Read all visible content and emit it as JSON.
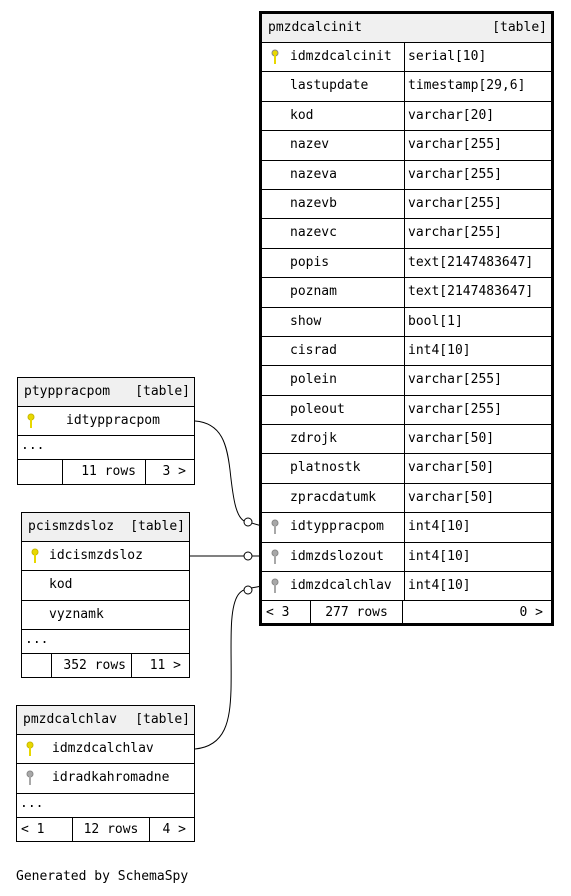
{
  "main_table": {
    "name": "pmzdcalcinit",
    "kind": "[table]",
    "columns": [
      {
        "name": "idmzdcalcinit",
        "type": "serial[10]",
        "key": "primary"
      },
      {
        "name": "lastupdate",
        "type": "timestamp[29,6]",
        "key": ""
      },
      {
        "name": "kod",
        "type": "varchar[20]",
        "key": ""
      },
      {
        "name": "nazev",
        "type": "varchar[255]",
        "key": ""
      },
      {
        "name": "nazeva",
        "type": "varchar[255]",
        "key": ""
      },
      {
        "name": "nazevb",
        "type": "varchar[255]",
        "key": ""
      },
      {
        "name": "nazevc",
        "type": "varchar[255]",
        "key": ""
      },
      {
        "name": "popis",
        "type": "text[2147483647]",
        "key": ""
      },
      {
        "name": "poznam",
        "type": "text[2147483647]",
        "key": ""
      },
      {
        "name": "show",
        "type": "bool[1]",
        "key": ""
      },
      {
        "name": "cisrad",
        "type": "int4[10]",
        "key": ""
      },
      {
        "name": "polein",
        "type": "varchar[255]",
        "key": ""
      },
      {
        "name": "poleout",
        "type": "varchar[255]",
        "key": ""
      },
      {
        "name": "zdrojk",
        "type": "varchar[50]",
        "key": ""
      },
      {
        "name": "platnostk",
        "type": "varchar[50]",
        "key": ""
      },
      {
        "name": "zpracdatumk",
        "type": "varchar[50]",
        "key": ""
      },
      {
        "name": "idtyppracpom",
        "type": "int4[10]",
        "key": "foreign"
      },
      {
        "name": "idmzdslozout",
        "type": "int4[10]",
        "key": "foreign"
      },
      {
        "name": "idmzdcalchlav",
        "type": "int4[10]",
        "key": "foreign"
      }
    ],
    "footer": {
      "parents": "< 3",
      "rows": "277 rows",
      "children": "0 >"
    }
  },
  "ptyppracpom": {
    "name": "ptyppracpom",
    "kind": "[table]",
    "columns": [
      {
        "name": "idtyppracpom",
        "key": "primary"
      }
    ],
    "more": "...",
    "footer": {
      "parents": "",
      "rows": "11 rows",
      "children": "3 >"
    }
  },
  "pcismzdsloz": {
    "name": "pcismzdsloz",
    "kind": "[table]",
    "columns": [
      {
        "name": "idcismzdsloz",
        "key": "primary"
      },
      {
        "name": "kod",
        "key": ""
      },
      {
        "name": "vyznamk",
        "key": ""
      }
    ],
    "more": "...",
    "footer": {
      "parents": "",
      "rows": "352 rows",
      "children": "11 >"
    }
  },
  "pmzdcalchlav": {
    "name": "pmzdcalchlav",
    "kind": "[table]",
    "columns": [
      {
        "name": "idmzdcalchlav",
        "key": "primary"
      },
      {
        "name": "idradkahromadne",
        "key": "foreign"
      }
    ],
    "more": "...",
    "footer": {
      "parents": "< 1",
      "rows": "12 rows",
      "children": "4 >"
    }
  },
  "key_colors": {
    "primary": "#e8d800",
    "foreign": "#a8a8a8"
  },
  "generated_by": "Generated by SchemaSpy"
}
